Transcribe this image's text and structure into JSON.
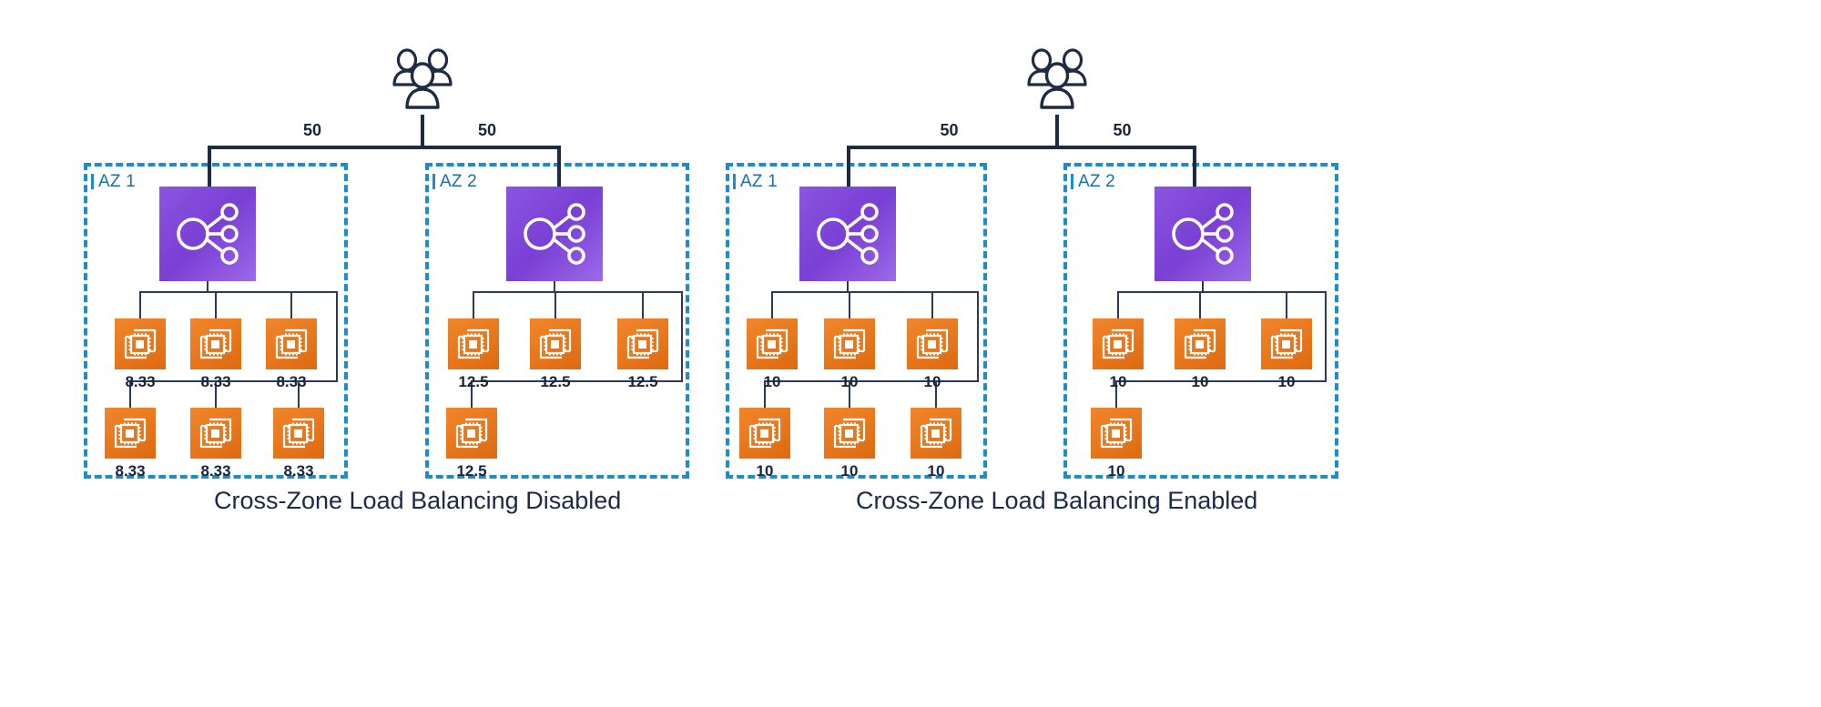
{
  "diagram": {
    "title_left": "Cross-Zone Load Balancing Disabled",
    "title_right": "Cross-Zone Load Balancing Enabled",
    "colors": {
      "az_border": "#1b8ccc",
      "az_label": "#1b6fa8",
      "elb_purple": "#7a3fd4",
      "ec2_orange": "#e8761b",
      "connector": "#1d2b45",
      "text_dark": "#18243c",
      "background": "#ffffff"
    }
  },
  "groups": [
    {
      "id": "disabled",
      "caption": "Cross-Zone Load Balancing Disabled",
      "users_icon": "users-icon",
      "edges": [
        {
          "label": "50",
          "to": "AZ 1"
        },
        {
          "label": "50",
          "to": "AZ 2"
        }
      ],
      "zones": [
        {
          "label": "AZ 1",
          "lb_icon": "elastic-load-balancer-icon",
          "instances": [
            {
              "icon": "ec2-instance-icon",
              "weight": "8.33"
            },
            {
              "icon": "ec2-instance-icon",
              "weight": "8.33"
            },
            {
              "icon": "ec2-instance-icon",
              "weight": "8.33"
            },
            {
              "icon": "ec2-instance-icon",
              "weight": "8.33"
            },
            {
              "icon": "ec2-instance-icon",
              "weight": "8.33"
            },
            {
              "icon": "ec2-instance-icon",
              "weight": "8.33"
            }
          ]
        },
        {
          "label": "AZ 2",
          "lb_icon": "elastic-load-balancer-icon",
          "instances": [
            {
              "icon": "ec2-instance-icon",
              "weight": "12.5"
            },
            {
              "icon": "ec2-instance-icon",
              "weight": "12.5"
            },
            {
              "icon": "ec2-instance-icon",
              "weight": "12.5"
            },
            {
              "icon": "ec2-instance-icon",
              "weight": "12.5"
            }
          ]
        }
      ]
    },
    {
      "id": "enabled",
      "caption": "Cross-Zone Load Balancing Enabled",
      "users_icon": "users-icon",
      "edges": [
        {
          "label": "50",
          "to": "AZ 1"
        },
        {
          "label": "50",
          "to": "AZ 2"
        }
      ],
      "zones": [
        {
          "label": "AZ 1",
          "lb_icon": "elastic-load-balancer-icon",
          "instances": [
            {
              "icon": "ec2-instance-icon",
              "weight": "10"
            },
            {
              "icon": "ec2-instance-icon",
              "weight": "10"
            },
            {
              "icon": "ec2-instance-icon",
              "weight": "10"
            },
            {
              "icon": "ec2-instance-icon",
              "weight": "10"
            },
            {
              "icon": "ec2-instance-icon",
              "weight": "10"
            },
            {
              "icon": "ec2-instance-icon",
              "weight": "10"
            }
          ]
        },
        {
          "label": "AZ 2",
          "lb_icon": "elastic-load-balancer-icon",
          "instances": [
            {
              "icon": "ec2-instance-icon",
              "weight": "10"
            },
            {
              "icon": "ec2-instance-icon",
              "weight": "10"
            },
            {
              "icon": "ec2-instance-icon",
              "weight": "10"
            },
            {
              "icon": "ec2-instance-icon",
              "weight": "10"
            }
          ]
        }
      ]
    }
  ]
}
